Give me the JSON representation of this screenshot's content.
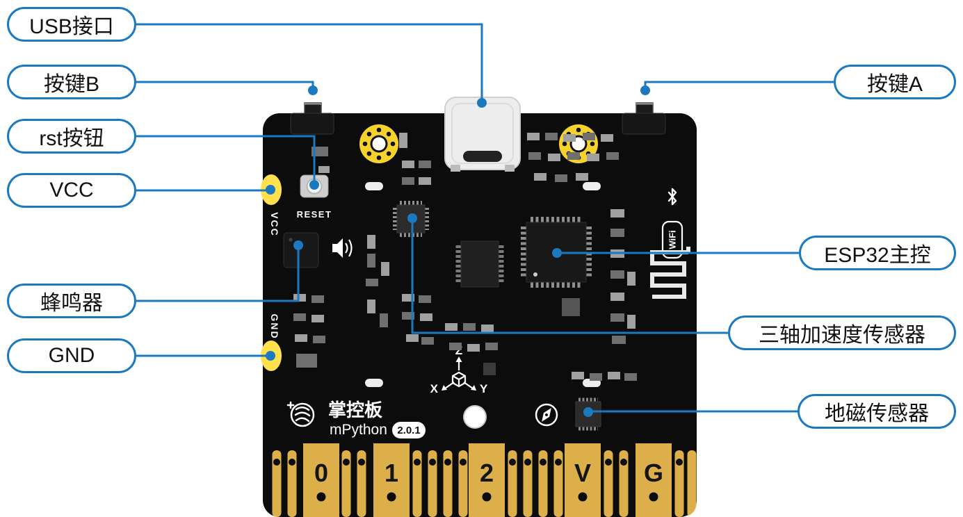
{
  "colors": {
    "accent": "#1b79c0",
    "board": "#0c0c0c",
    "gold": "#dcaf4a",
    "pad_yellow": "#ffe14d"
  },
  "callouts": {
    "usb": {
      "label": "USB接口"
    },
    "button_b": {
      "label": "按键B"
    },
    "rst": {
      "label": "rst按钮"
    },
    "vcc": {
      "label": "VCC"
    },
    "buzzer": {
      "label": "蜂鸣器"
    },
    "gnd": {
      "label": "GND"
    },
    "button_a": {
      "label": "按键A"
    },
    "esp32": {
      "label": "ESP32主控"
    },
    "accelerometer": {
      "label": "三轴加速度传感器"
    },
    "magnetometer": {
      "label": "地磁传感器"
    }
  },
  "board": {
    "silkscreen_vcc": "VCC",
    "silkscreen_gnd": "GND",
    "silkscreen_reset": "RESET",
    "wifi_label": "WiFi",
    "axis_x": "X",
    "axis_y": "Y",
    "axis_z": "Z",
    "brand": "掌控板",
    "brand_sub": "mPython",
    "version": "2.0.1",
    "edge_pins": [
      "0",
      "1",
      "2",
      "V",
      "G"
    ]
  }
}
